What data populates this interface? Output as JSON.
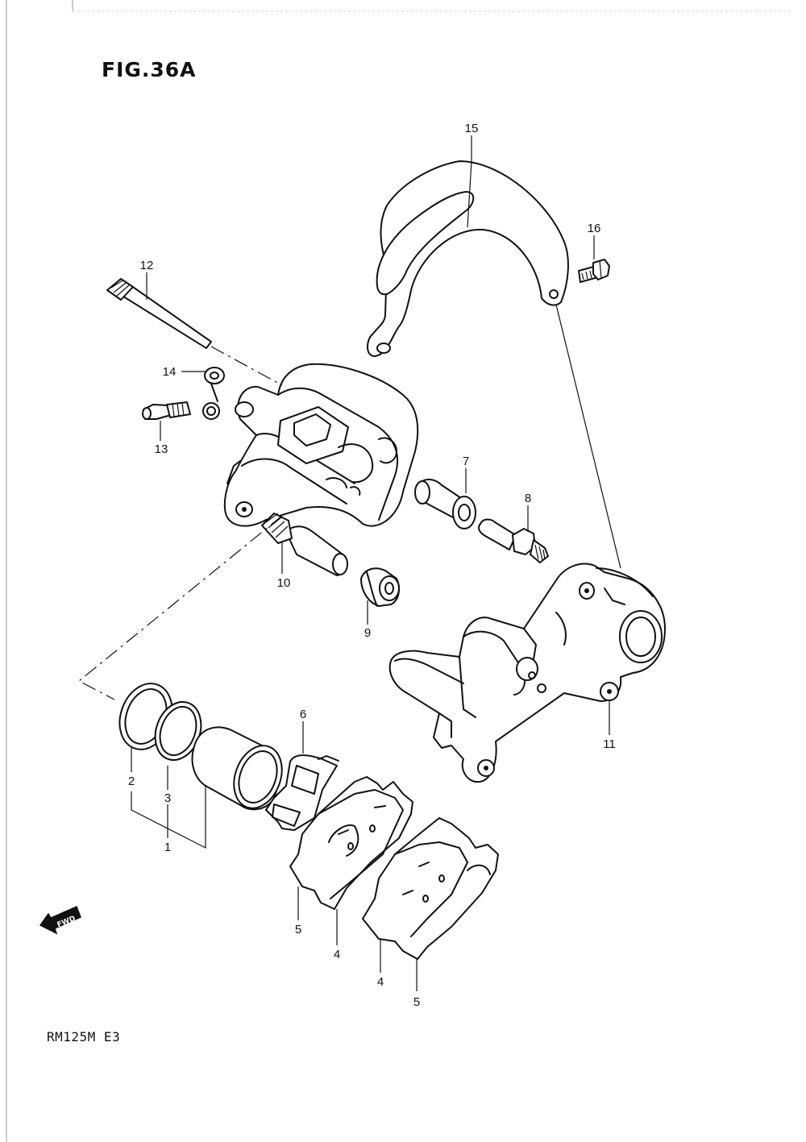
{
  "figure": {
    "title": "FIG.36A",
    "model_code": "RM125M E3",
    "fwd_label": "FWD"
  },
  "callouts": {
    "c1": "1",
    "c2": "2",
    "c3": "3",
    "c4a": "4",
    "c4b": "4",
    "c5a": "5",
    "c5b": "5",
    "c6": "6",
    "c7": "7",
    "c8": "8",
    "c9": "9",
    "c10": "10",
    "c11": "11",
    "c12": "12",
    "c13": "13",
    "c14": "14",
    "c15": "15",
    "c16": "16"
  }
}
